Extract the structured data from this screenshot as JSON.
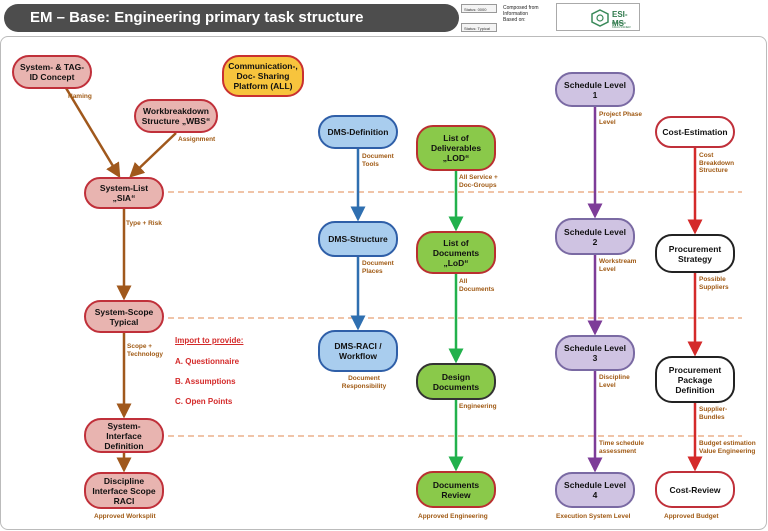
{
  "header": {
    "title": "EM – Base: Engineering primary task structure",
    "meta_status": "Status: 0000",
    "meta_type": "Status: Typical",
    "composed_lines": [
      "Composed from",
      "Information",
      "Based on:"
    ],
    "logo_text": "ESI-MS",
    "logo_sub": "RAIMUND KRAUSSNER"
  },
  "nodes": {
    "system_tag": "System- & TAG-ID Concept",
    "communication": "Communication-, Doc- Sharing Platform (ALL)",
    "wbs": "Workbreakdown Structure „WBS“",
    "system_list": "System-List „SIA“",
    "system_scope": "System-Scope Typical",
    "system_interface": "System-Interface Definition",
    "discipline_interface": "Discipline Interface Scope RACI",
    "dms_definition": "DMS-Definition",
    "dms_structure": "DMS-Structure",
    "dms_raci": "DMS-RACI / Workflow",
    "lod_list": "List of Deliverables „LOD“",
    "lod_docs": "List of Documents „LoD“",
    "design_docs": "Design Documents",
    "docs_review": "Documents Review",
    "schedule1": "Schedule Level 1",
    "schedule2": "Schedule Level 2",
    "schedule3": "Schedule Level 3",
    "schedule4": "Schedule Level 4",
    "cost_estimation": "Cost-Estimation",
    "procurement_strategy": "Procurement Strategy",
    "procurement_package": "Procurement Package Definition",
    "cost_review": "Cost-Review"
  },
  "labels": {
    "naming": "Naming",
    "assignment": "Assignment",
    "type_risk": "Type + Risk",
    "scope_technology": "Scope + Technology",
    "approved_worksplit": "Approved Worksplit",
    "document_tools": "Document Tools",
    "document_places": "Document Places",
    "document_responsibility": "Document Responsibility",
    "all_service": "All Service + Doc-Groups",
    "all_documents": "All Documents",
    "engineering": "Engineering",
    "approved_engineering": "Approved Engineering",
    "project_phase": "Project Phase Level",
    "workstream": "Workstream Level",
    "discipline_level": "Discipline Level",
    "time_schedule": "Time schedule assessment",
    "execution_system": "Execution System Level",
    "cost_breakdown": "Cost Breakdown Structure",
    "possible_suppliers": "Possible Suppliers",
    "supplier_bundles": "Supplier-Bundles",
    "budget_estimation": "Budget estimation Value Engineering",
    "approved_budget": "Approved Budget"
  },
  "imports": {
    "title": "Import to provide:",
    "items": [
      "A. Questionnaire",
      "B. Assumptions",
      "C. Open Points"
    ]
  },
  "colors": {
    "brown": "#a0581c",
    "blue": "#2f6fb0",
    "green": "#22b14c",
    "purple": "#7d3c98",
    "red": "#d42a2a",
    "dashed": "#e08a50"
  }
}
